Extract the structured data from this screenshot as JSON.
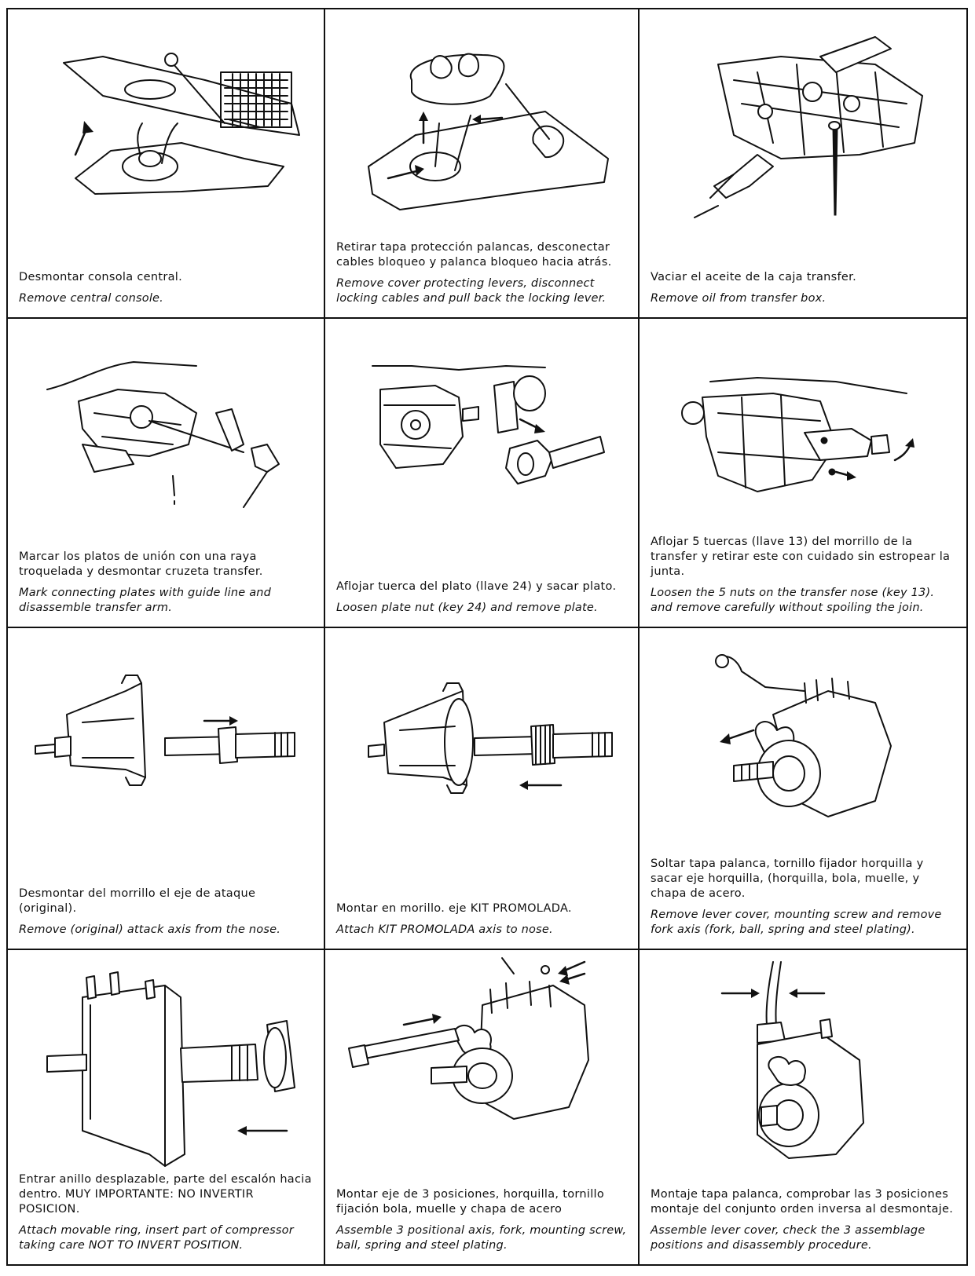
{
  "steps": [
    {
      "es": "Desmontar consola central.",
      "en": "Remove central console.",
      "icon": "console-illustration"
    },
    {
      "es": "Retirar tapa protección palancas, desconectar cables bloqueo y palanca bloqueo hacia atrás.",
      "en": "Remove cover protecting levers, disconnect locking cables and pull back the locking lever.",
      "icon": "lever-cover-illustration"
    },
    {
      "es": "Vaciar el aceite de la caja transfer.",
      "en": "Remove oil from transfer box.",
      "icon": "oil-drain-illustration"
    },
    {
      "es": "Marcar los platos de unión con una raya troquelada y desmontar cruzeta transfer.",
      "en": "Mark connecting plates with guide line and disassemble transfer arm.",
      "icon": "transfer-arm-illustration"
    },
    {
      "es": "Aflojar tuerca del plato (llave 24) y sacar plato.",
      "en": "Loosen plate nut (key 24) and remove plate.",
      "icon": "plate-nut-illustration"
    },
    {
      "es": "Aflojar 5 tuercas (llave 13) del morrillo de la transfer y retirar este con cuidado sin estropear la junta.",
      "en": "Loosen the 5 nuts on the transfer nose (key 13). and remove carefully without spoiling the join.",
      "icon": "transfer-nose-illustration"
    },
    {
      "es": "Desmontar del morrillo el eje de ataque (original).",
      "en": "Remove (original) attack axis from the nose.",
      "icon": "attack-axis-remove-illustration"
    },
    {
      "es": "Montar en morillo. eje KIT PROMOLADA.",
      "en": "Attach KIT PROMOLADA axis to nose.",
      "icon": "kit-axis-attach-illustration"
    },
    {
      "es": "Soltar tapa palanca, tornillo fijador horquilla y sacar eje horquilla, (horquilla, bola, muelle, y chapa de acero.",
      "en": "Remove lever cover, mounting screw and remove fork axis (fork, ball, spring and steel plating).",
      "icon": "fork-axis-illustration"
    },
    {
      "es": "Entrar anillo desplazable, parte del escalón hacia dentro. MUY IMPORTANTE: NO INVERTIR POSICION.",
      "en": "Attach movable ring, insert part of compressor taking care NOT TO INVERT POSITION.",
      "icon": "movable-ring-illustration"
    },
    {
      "es": "Montar eje de 3 posiciones, horquilla, tornillo fijación bola, muelle y chapa de acero",
      "en": "Assemble 3 positional axis, fork, mounting screw, ball, spring and steel plating.",
      "icon": "three-position-axis-illustration"
    },
    {
      "es": "Montaje tapa palanca, comprobar las 3 posiciones montaje del conjunto orden inversa al desmontaje.",
      "en": "Assemble lever cover, check the 3 assemblage positions and disassembly procedure.",
      "icon": "lever-assembly-illustration"
    }
  ]
}
